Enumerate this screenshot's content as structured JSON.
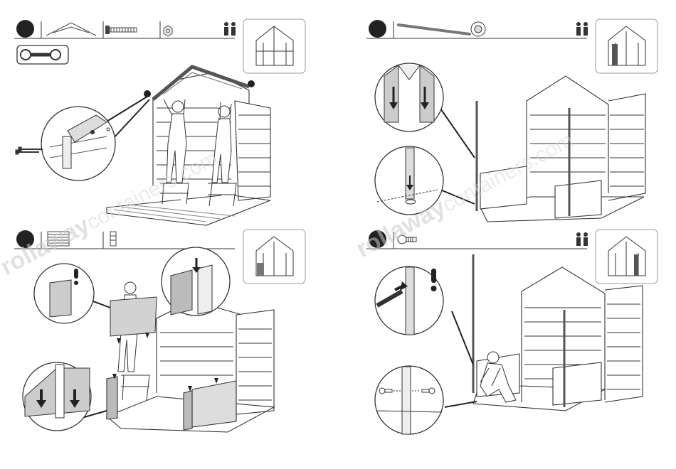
{
  "page": {
    "title": "Shed assembly instructions"
  },
  "watermark": {
    "brand": "rollaway",
    "suffix": "containers.com"
  },
  "steps": [
    {
      "id": "A",
      "parts": [
        "roof-truss",
        "long-screw",
        "hex-nut",
        "two-person-icon",
        "wrench-tool"
      ]
    },
    {
      "id": "B",
      "parts": [
        "long-rod",
        "rod-end-cap",
        "two-person-icon"
      ]
    },
    {
      "id": "C",
      "parts": [
        "wall-panel",
        "narrow-panel"
      ]
    },
    {
      "id": "D",
      "parts": [
        "short-screw",
        "two-person-icon"
      ]
    }
  ],
  "colors": {
    "ink": "#333333",
    "shade": "#d6d6d6",
    "warning": "#222222",
    "brand_red": "#e03a45"
  }
}
